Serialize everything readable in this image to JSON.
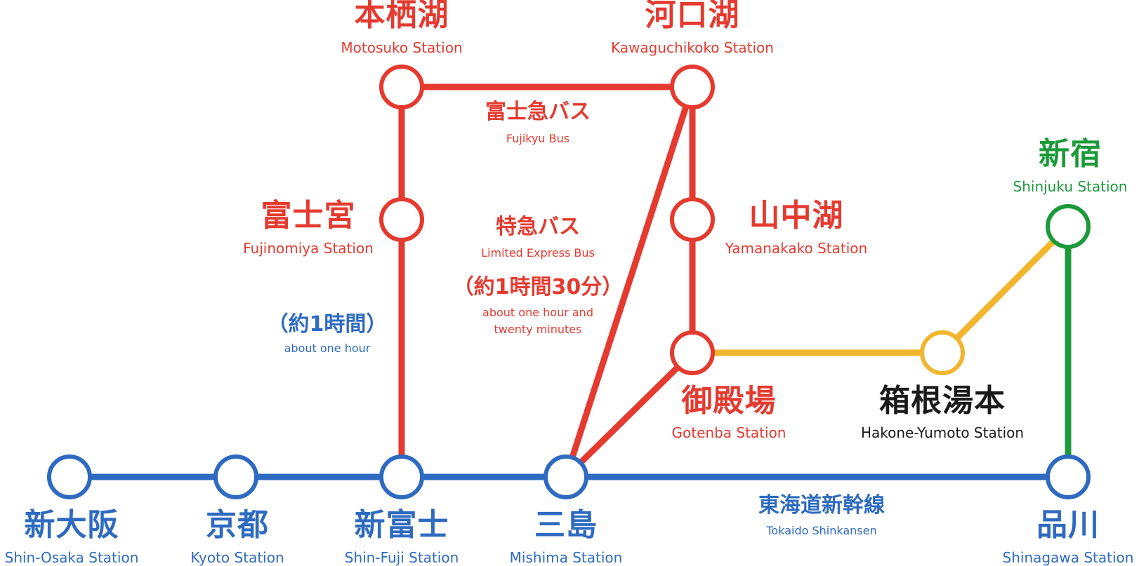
{
  "colors": {
    "red": "#E53A2F",
    "blue": "#2E6BC0",
    "green": "#1C9A3A",
    "yellow": "#F2B52E",
    "black": "#1a1a1a"
  },
  "stations": {
    "motosuko": {
      "jp": "本栖湖",
      "en": "Motosuko Station"
    },
    "kawaguchiko": {
      "jp": "河口湖",
      "en": "Kawaguchikoko Station"
    },
    "fujinomiya": {
      "jp": "富士宮",
      "en": "Fujinomiya Station"
    },
    "yamanakako": {
      "jp": "山中湖",
      "en": "Yamanakako Station"
    },
    "shinjuku": {
      "jp": "新宿",
      "en": "Shinjuku Station"
    },
    "gotenba": {
      "jp": "御殿場",
      "en": "Gotenba Station"
    },
    "hakone_yumoto": {
      "jp": "箱根湯本",
      "en": "Hakone-Yumoto Station"
    },
    "shin_osaka": {
      "jp": "新大阪",
      "en": "Shin-Osaka Station"
    },
    "kyoto": {
      "jp": "京都",
      "en": "Kyoto Station"
    },
    "shin_fuji": {
      "jp": "新富士",
      "en": "Shin-Fuji Station"
    },
    "mishima": {
      "jp": "三島",
      "en": "Mishima Station"
    },
    "shinagawa": {
      "jp": "品川",
      "en": "Shinagawa Station"
    }
  },
  "routes": {
    "fujikyu_bus": {
      "jp": "富士急バス",
      "en": "Fujikyu Bus"
    },
    "limited_express_bus": {
      "jp": "特急バス",
      "en": "Limited Express Bus"
    },
    "tokaido_shinkansen": {
      "jp": "東海道新幹線",
      "en": "Tokaido Shinkansen"
    }
  },
  "durations": {
    "express": {
      "jp": "（約1時間30分）",
      "en_line1": "about one hour and",
      "en_line2": "twenty minutes"
    },
    "fujinomiya": {
      "jp": "（約1時間）",
      "en": "about one hour"
    }
  }
}
